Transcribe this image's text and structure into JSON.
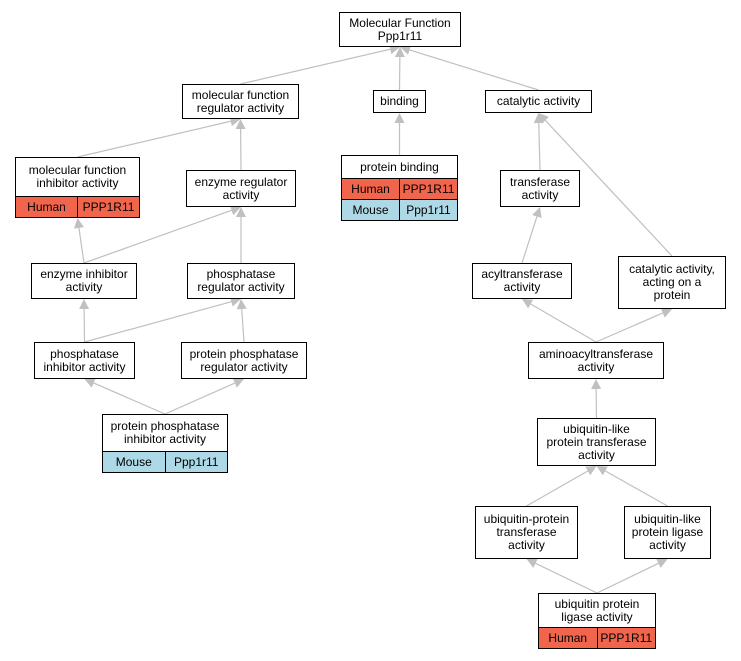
{
  "diagram": {
    "nodes": {
      "root": {
        "label": "Molecular Function\nPpp1r11"
      },
      "mfra": {
        "label": "molecular function\nregulator activity"
      },
      "binding": {
        "label": "binding"
      },
      "cat": {
        "label": "catalytic activity"
      },
      "mfia": {
        "label": "molecular function\ninhibitor activity",
        "annotations": [
          {
            "species": "Human",
            "gene": "PPP1R11"
          }
        ]
      },
      "pb": {
        "label": "protein binding",
        "annotations": [
          {
            "species": "Human",
            "gene": "PPP1R11"
          },
          {
            "species": "Mouse",
            "gene": "Ppp1r11"
          }
        ]
      },
      "era": {
        "label": "enzyme regulator\nactivity"
      },
      "trans": {
        "label": "transferase\nactivity"
      },
      "eia": {
        "label": "enzyme inhibitor\nactivity"
      },
      "phra": {
        "label": "phosphatase\nregulator activity"
      },
      "acyl": {
        "label": "acyltransferase\nactivity"
      },
      "catp": {
        "label": "catalytic activity,\nacting on a\nprotein"
      },
      "phia": {
        "label": "phosphatase\ninhibitor activity"
      },
      "ppra": {
        "label": "protein phosphatase\nregulator activity"
      },
      "amino": {
        "label": "aminoacyltransferase\nactivity"
      },
      "ppia": {
        "label": "protein phosphatase\ninhibitor activity",
        "annotations": [
          {
            "species": "Mouse",
            "gene": "Ppp1r11"
          }
        ]
      },
      "ubtr": {
        "label": "ubiquitin-like\nprotein transferase\nactivity"
      },
      "uptr": {
        "label": "ubiquitin-protein\ntransferase\nactivity"
      },
      "ulig": {
        "label": "ubiquitin-like\nprotein ligase\nactivity"
      },
      "upla": {
        "label": "ubiquitin protein\nligase activity",
        "annotations": [
          {
            "species": "Human",
            "gene": "PPP1R11"
          }
        ]
      }
    },
    "edges": [
      [
        "mfra",
        "root"
      ],
      [
        "binding",
        "root"
      ],
      [
        "cat",
        "root"
      ],
      [
        "mfia",
        "mfra"
      ],
      [
        "era",
        "mfra"
      ],
      [
        "pb",
        "binding"
      ],
      [
        "trans",
        "cat"
      ],
      [
        "catp",
        "cat"
      ],
      [
        "eia",
        "mfia"
      ],
      [
        "eia",
        "era"
      ],
      [
        "phra",
        "era"
      ],
      [
        "acyl",
        "trans"
      ],
      [
        "phia",
        "eia"
      ],
      [
        "phia",
        "phra"
      ],
      [
        "ppra",
        "phra"
      ],
      [
        "amino",
        "acyl"
      ],
      [
        "amino",
        "catp"
      ],
      [
        "ppia",
        "phia"
      ],
      [
        "ppia",
        "ppra"
      ],
      [
        "ubtr",
        "amino"
      ],
      [
        "uptr",
        "ubtr"
      ],
      [
        "ulig",
        "ubtr"
      ],
      [
        "upla",
        "uptr"
      ],
      [
        "upla",
        "ulig"
      ]
    ],
    "colors": {
      "human": "#f0654c",
      "mouse": "#add8e6",
      "edge": "#c0c0c0",
      "border": "#000000"
    }
  }
}
